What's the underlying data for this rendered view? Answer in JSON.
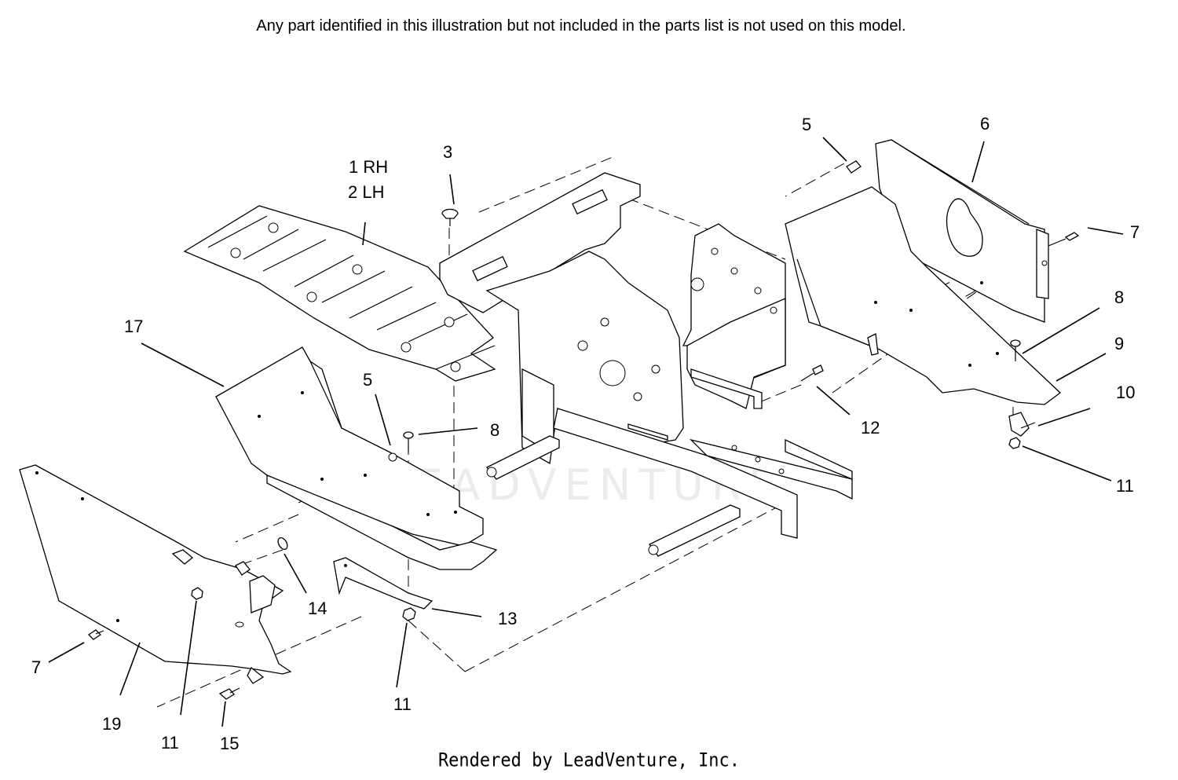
{
  "header": {
    "note": "Any part identified in this illustration but not included in the parts list is not used on this model."
  },
  "footer": {
    "credit": "Rendered by LeadVenture, Inc."
  },
  "watermark": {
    "text": "LEADVENTURE"
  },
  "callouts": {
    "c1": "1 RH",
    "c2": "2 LH",
    "c3": "3",
    "c5a": "5",
    "c5b": "5",
    "c6": "6",
    "c7a": "7",
    "c7b": "7",
    "c8a": "8",
    "c8b": "8",
    "c9": "9",
    "c10": "10",
    "c11a": "11",
    "c11b": "11",
    "c11c": "11",
    "c12": "12",
    "c13": "13",
    "c14": "14",
    "c15": "15",
    "c17": "17",
    "c19": "19"
  }
}
